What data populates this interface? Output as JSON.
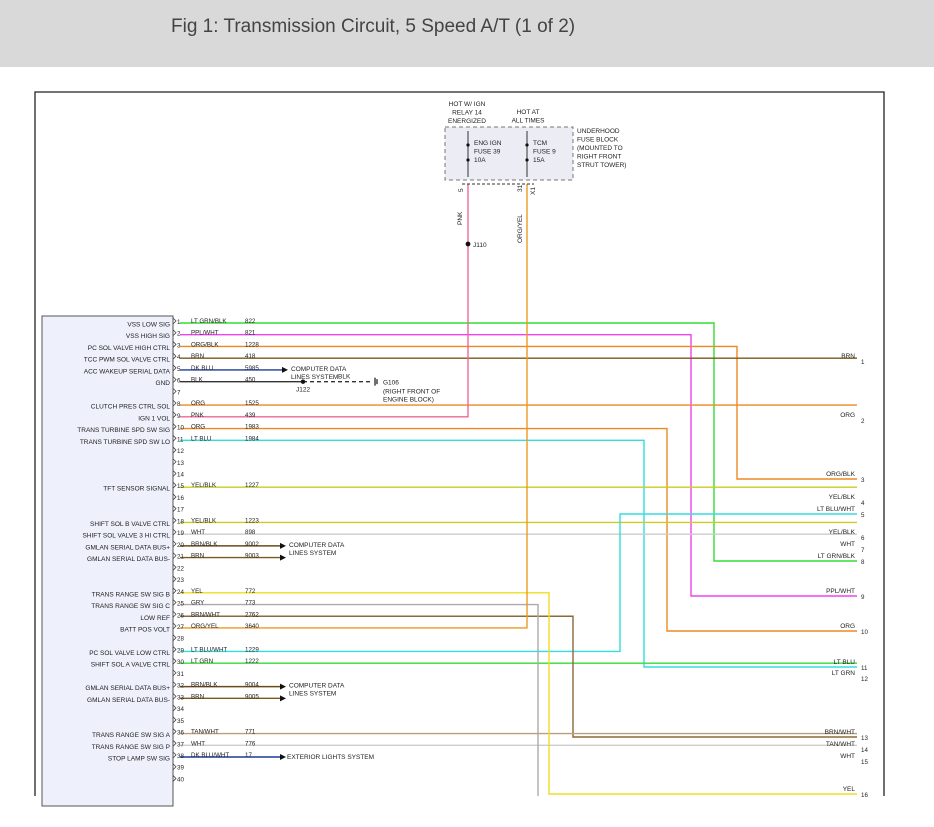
{
  "title": "Fig 1: Transmission Circuit, 5 Speed A/T (1 of 2)",
  "fuse_block": {
    "hot1": [
      "HOT W/ IGN",
      "RELAY 14",
      "ENERGIZED"
    ],
    "hot2": [
      "HOT AT",
      "ALL TIMES"
    ],
    "fuse1": [
      "ENG IGN",
      "FUSE 39",
      "10A"
    ],
    "fuse2": [
      "TCM",
      "FUSE 9",
      "15A"
    ],
    "location": [
      "UNDERHOOD",
      "FUSE BLOCK",
      "(MOUNTED TO",
      "RIGHT FRONT",
      "STRUT TOWER)"
    ],
    "pin1": "5",
    "pin2": "X1",
    "pin2b": "31",
    "wire1": "PNK",
    "wire2": "ORG/YEL",
    "splice": "J110"
  },
  "ground": {
    "splice": "J122",
    "wire": "BLK",
    "id": "G106",
    "desc": [
      "(RIGHT FRONT OF",
      "ENGINE BLOCK)"
    ]
  },
  "pins": [
    {
      "n": "1",
      "label": "VSS LOW SIG",
      "wire": "LT GRN/BLK",
      "ckt": "822",
      "color": "#33dd33"
    },
    {
      "n": "2",
      "label": "VSS HIGH SIG",
      "wire": "PPL/WHT",
      "ckt": "821",
      "color": "#ee44ee"
    },
    {
      "n": "3",
      "label": "PC SOL VALVE HIGH CTRL",
      "wire": "ORG/BLK",
      "ckt": "1228",
      "color": "#ee8822"
    },
    {
      "n": "4",
      "label": "TCC PWM SOL VALVE CTRL",
      "wire": "BRN",
      "ckt": "418",
      "color": "#7a5a1a"
    },
    {
      "n": "5",
      "label": "ACC WAKEUP SERIAL DATA",
      "wire": "DK BLU",
      "ckt": "5985",
      "color": "#1a3a9a"
    },
    {
      "n": "6",
      "label": "GND",
      "wire": "BLK",
      "ckt": "450",
      "color": "#333333"
    },
    {
      "n": "7",
      "label": "",
      "wire": "",
      "ckt": "",
      "color": ""
    },
    {
      "n": "8",
      "label": "CLUTCH PRES CTRL SOL",
      "wire": "ORG",
      "ckt": "1525",
      "color": "#ee8822"
    },
    {
      "n": "9",
      "label": "IGN 1 VOL",
      "wire": "PNK",
      "ckt": "439",
      "color": "#ee6699"
    },
    {
      "n": "10",
      "label": "TRANS TURBINE SPD SW SIG",
      "wire": "ORG",
      "ckt": "1983",
      "color": "#ee8822"
    },
    {
      "n": "11",
      "label": "TRANS TURBINE SPD SW LO",
      "wire": "LT BLU",
      "ckt": "1984",
      "color": "#33dddd"
    },
    {
      "n": "12",
      "label": "",
      "wire": "",
      "ckt": "",
      "color": ""
    },
    {
      "n": "13",
      "label": "",
      "wire": "",
      "ckt": "",
      "color": ""
    },
    {
      "n": "14",
      "label": "",
      "wire": "",
      "ckt": "",
      "color": ""
    },
    {
      "n": "15",
      "label": "TFT SENSOR SIGNAL",
      "wire": "YEL/BLK",
      "ckt": "1227",
      "color": "#cccc22"
    },
    {
      "n": "16",
      "label": "",
      "wire": "",
      "ckt": "",
      "color": ""
    },
    {
      "n": "17",
      "label": "",
      "wire": "",
      "ckt": "",
      "color": ""
    },
    {
      "n": "18",
      "label": "SHIFT SOL B VALVE CTRL",
      "wire": "YEL/BLK",
      "ckt": "1223",
      "color": "#cccc22"
    },
    {
      "n": "19",
      "label": "SHIFT SOL VALVE 3 HI CTRL",
      "wire": "WHT",
      "ckt": "898",
      "color": "#cccccc"
    },
    {
      "n": "20",
      "label": "GMLAN SERIAL DATA BUS+",
      "wire": "BRN/BLK",
      "ckt": "9002",
      "color": "#6a4a1a"
    },
    {
      "n": "21",
      "label": "GMLAN SERIAL DATA BUS-",
      "wire": "BRN",
      "ckt": "9003",
      "color": "#7a5a1a"
    },
    {
      "n": "22",
      "label": "",
      "wire": "",
      "ckt": "",
      "color": ""
    },
    {
      "n": "23",
      "label": "",
      "wire": "",
      "ckt": "",
      "color": ""
    },
    {
      "n": "24",
      "label": "TRANS RANGE SW SIG B",
      "wire": "YEL",
      "ckt": "772",
      "color": "#eedd22"
    },
    {
      "n": "25",
      "label": "TRANS RANGE SW SIG C",
      "wire": "GRY",
      "ckt": "773",
      "color": "#aaaaaa"
    },
    {
      "n": "26",
      "label": "LOW REF",
      "wire": "BRN/WHT",
      "ckt": "2762",
      "color": "#8a6a3a"
    },
    {
      "n": "27",
      "label": "BATT POS VOLT",
      "wire": "ORG/YEL",
      "ckt": "3640",
      "color": "#ee9922"
    },
    {
      "n": "28",
      "label": "",
      "wire": "",
      "ckt": "",
      "color": ""
    },
    {
      "n": "29",
      "label": "PC SOL VALVE LOW CTRL",
      "wire": "LT BLU/WHT",
      "ckt": "1229",
      "color": "#33dddd"
    },
    {
      "n": "30",
      "label": "SHIFT SOL A VALVE CTRL",
      "wire": "LT GRN",
      "ckt": "1222",
      "color": "#33dd33"
    },
    {
      "n": "31",
      "label": "",
      "wire": "",
      "ckt": "",
      "color": ""
    },
    {
      "n": "32",
      "label": "GMLAN SERIAL DATA BUS+",
      "wire": "BRN/BLK",
      "ckt": "9004",
      "color": "#6a4a1a"
    },
    {
      "n": "33",
      "label": "GMLAN SERIAL DATA BUS-",
      "wire": "BRN",
      "ckt": "9005",
      "color": "#7a5a1a"
    },
    {
      "n": "34",
      "label": "",
      "wire": "",
      "ckt": "",
      "color": ""
    },
    {
      "n": "35",
      "label": "",
      "wire": "",
      "ckt": "",
      "color": ""
    },
    {
      "n": "36",
      "label": "TRANS RANGE SW SIG A",
      "wire": "TAN/WHT",
      "ckt": "771",
      "color": "#bba077"
    },
    {
      "n": "37",
      "label": "TRANS RANGE SW SIG P",
      "wire": "WHT",
      "ckt": "776",
      "color": "#cccccc"
    },
    {
      "n": "38",
      "label": "STOP LAMP SW SIG",
      "wire": "DK BLU/WHT",
      "ckt": "17",
      "color": "#1a3a9a"
    },
    {
      "n": "39",
      "label": "",
      "wire": "",
      "ckt": "",
      "color": ""
    },
    {
      "n": "40",
      "label": "",
      "wire": "",
      "ckt": "",
      "color": ""
    }
  ],
  "systems": {
    "computer_data": [
      "COMPUTER DATA",
      "LINES SYSTEM"
    ],
    "exterior_lights": "EXTERIOR LIGHTS SYSTEM"
  },
  "outputs": [
    {
      "n": "1",
      "wire": "BRN"
    },
    {
      "n": "2",
      "wire": "ORG"
    },
    {
      "n": "3",
      "wire": "ORG/BLK"
    },
    {
      "n": "4",
      "wire": "YEL/BLK"
    },
    {
      "n": "5",
      "wire": "LT BLU/WHT"
    },
    {
      "n": "6",
      "wire": "YEL/BLK"
    },
    {
      "n": "7",
      "wire": "WHT"
    },
    {
      "n": "8",
      "wire": "LT GRN/BLK"
    },
    {
      "n": "9",
      "wire": "PPL/WHT"
    },
    {
      "n": "10",
      "wire": "ORG"
    },
    {
      "n": "11",
      "wire": "LT BLU"
    },
    {
      "n": "12",
      "wire": "LT GRN"
    },
    {
      "n": "13",
      "wire": "BRN/WHT"
    },
    {
      "n": "14",
      "wire": "TAN/WHT"
    },
    {
      "n": "15",
      "wire": "WHT"
    },
    {
      "n": "16",
      "wire": "YEL"
    }
  ]
}
